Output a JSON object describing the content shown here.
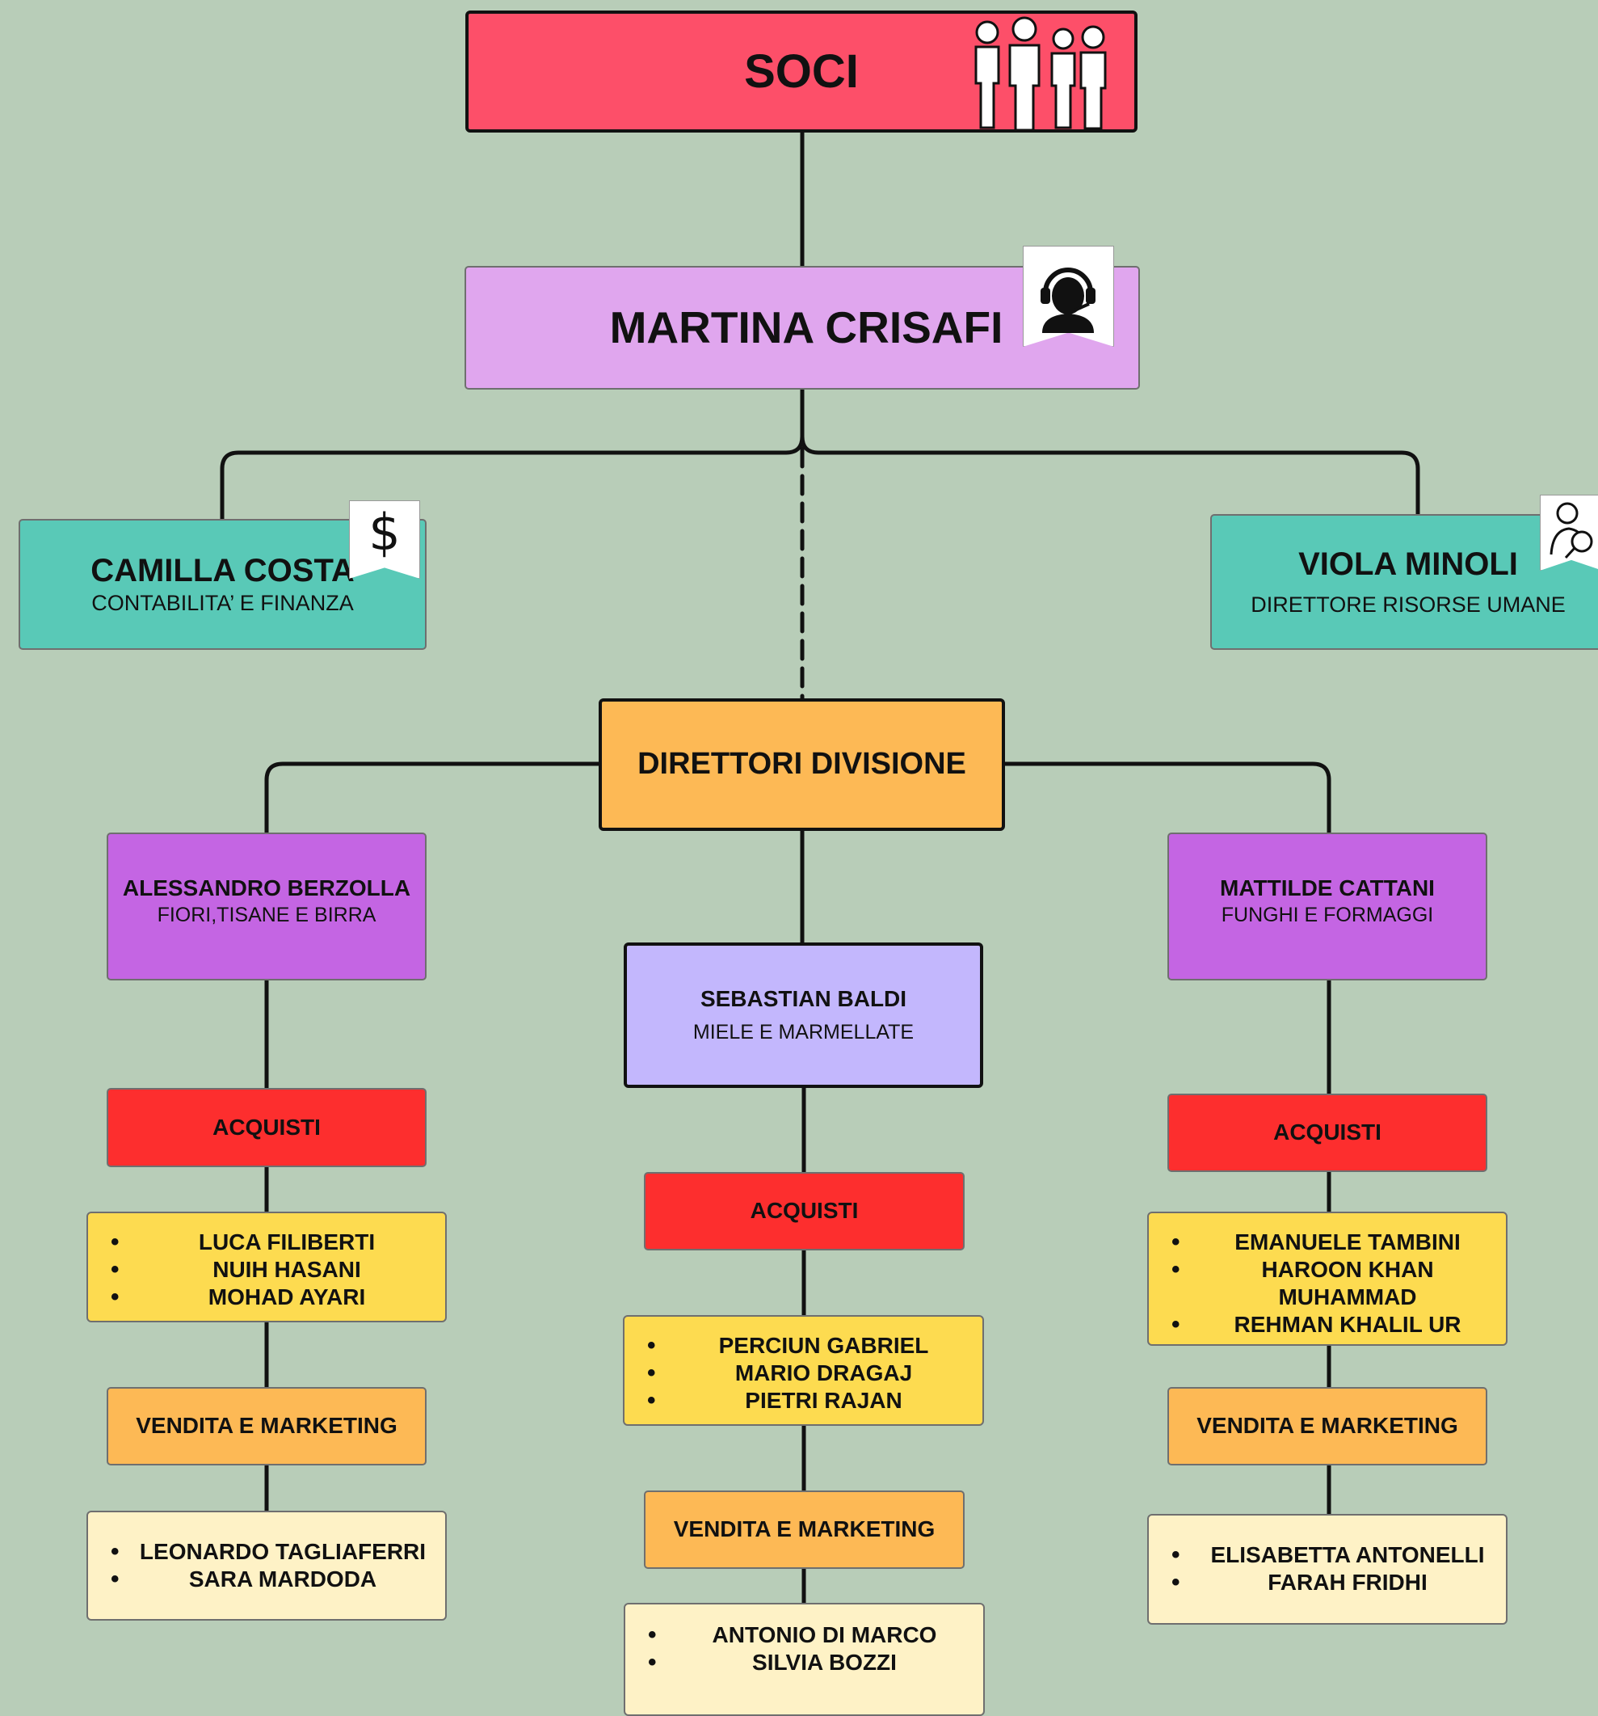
{
  "soci": {
    "title": "SOCI",
    "color": "#fd4f69"
  },
  "ceo": {
    "name": "MARTINA CRISAFI",
    "color": "#e0a6ee"
  },
  "finance": {
    "name": "CAMILLA COSTA",
    "role": "CONTABILITA’ E FINANZA",
    "color": "#59c9b7"
  },
  "hr": {
    "name": "VIOLA MINOLI",
    "role": "DIRETTORE RISORSE UMANE",
    "color": "#59c9b7"
  },
  "divisions": {
    "title": "DIRETTORI DIVISIONE",
    "color": "#fdb955"
  },
  "left": {
    "name": "ALESSANDRO BERZOLLA",
    "role": "FIORI,TISANE E BIRRA",
    "acquisti": "ACQUISTI",
    "acquisti_staff": [
      "LUCA FILIBERTI",
      "NUIH HASANI",
      "MOHAD AYARI"
    ],
    "vendita": "VENDITA E MARKETING",
    "vendita_staff": [
      "LEONARDO TAGLIAFERRI",
      "SARA MARDODA"
    ]
  },
  "center": {
    "name": "SEBASTIAN BALDI",
    "role": "MIELE E MARMELLATE",
    "acquisti": "ACQUISTI",
    "acquisti_staff": [
      "PERCIUN GABRIEL",
      "MARIO DRAGAJ",
      "PIETRI RAJAN"
    ],
    "vendita": "VENDITA E MARKETING",
    "vendita_staff": [
      "ANTONIO DI MARCO",
      "SILVIA BOZZI"
    ]
  },
  "right": {
    "name": "MATTILDE CATTANI",
    "role": "FUNGHI E FORMAGGI",
    "acquisti": "ACQUISTI",
    "acquisti_staff": [
      "EMANUELE TAMBINI",
      "HAROON KHAN",
      "MUHAMMAD",
      "REHMAN KHALIL UR"
    ],
    "acquisti_bullets": [
      true,
      true,
      false,
      true
    ],
    "vendita": "VENDITA E MARKETING",
    "vendita_staff": [
      "ELISABETTA ANTONELLI",
      "FARAH FRIDHI"
    ]
  },
  "colors": {
    "manager_left_right": "#c465e3",
    "manager_center": "#c3b7fd",
    "acquisti": "#fd2e2e",
    "vendita": "#fdb955",
    "acquisti_list": "#fddb50",
    "vendita_list": "#fef2c6"
  },
  "icons": {
    "soci": "group-of-people-icon",
    "ceo": "headset-operator-icon",
    "finance": "dollar-icon",
    "hr": "person-magnifier-icon"
  }
}
